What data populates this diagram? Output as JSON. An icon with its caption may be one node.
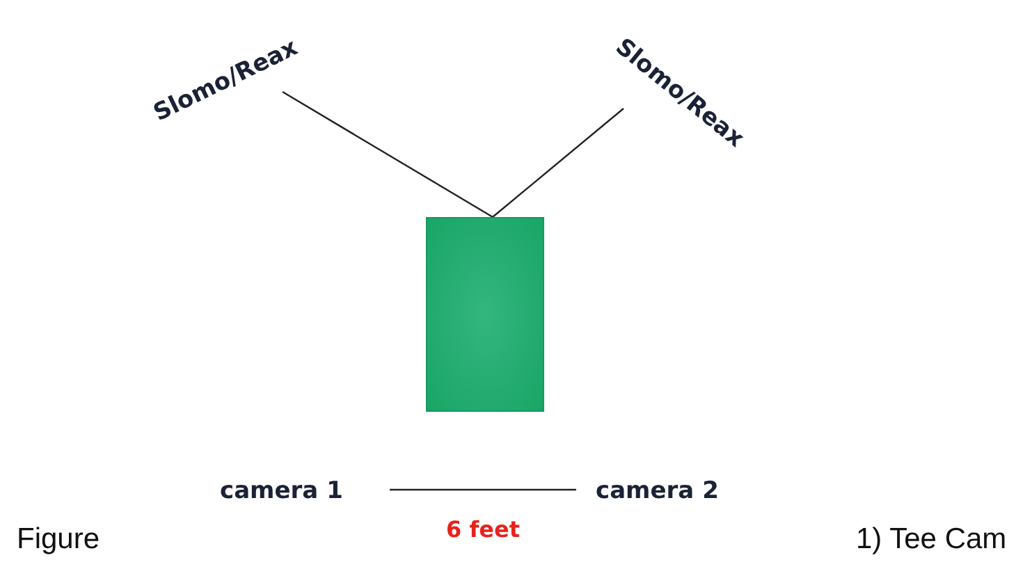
{
  "diagram": {
    "nodes": [
      {
        "text": [
          "Slomo/Reax"
        ]
      },
      {
        "text": [
          "Slomo/Reax"
        ]
      },
      {
        "text": [],
        "shape": "box"
      },
      {
        "text": [
          "camera 1"
        ]
      },
      {
        "text": [
          "camera 2"
        ]
      }
    ],
    "edges": [
      {
        "from": 0,
        "to": 2,
        "arrow": "none"
      },
      {
        "from": 1,
        "to": 2,
        "arrow": "none"
      },
      {
        "from": 3,
        "to": 4,
        "arrow": "none",
        "label": "6 feet"
      }
    ],
    "labels": [
      "Figure",
      "1) Tee Cam"
    ]
  }
}
